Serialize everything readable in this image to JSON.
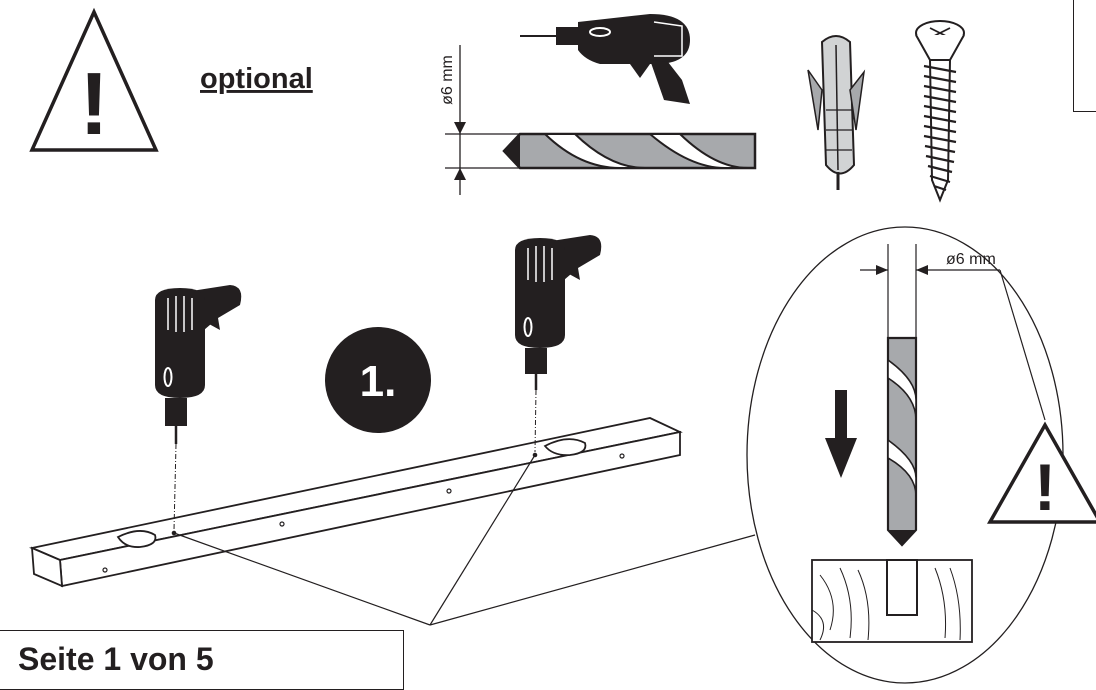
{
  "header": {
    "optional_label": "optional"
  },
  "drill_bit": {
    "diameter_label": "ø6 mm"
  },
  "detail": {
    "diameter_label": "ø6 mm"
  },
  "step": {
    "number_label": "1."
  },
  "warnings": {
    "symbol": "!"
  },
  "footer": {
    "page_label": "Seite 1 von 5"
  },
  "icons": [
    "warning-triangle-icon",
    "drill-icon",
    "drill-bit-icon",
    "wall-plug-icon",
    "screw-icon",
    "arrow-down-icon"
  ],
  "colors": {
    "ink": "#231f20",
    "metal_gray": "#a7a9ac",
    "light_gray": "#d1d3d4"
  }
}
